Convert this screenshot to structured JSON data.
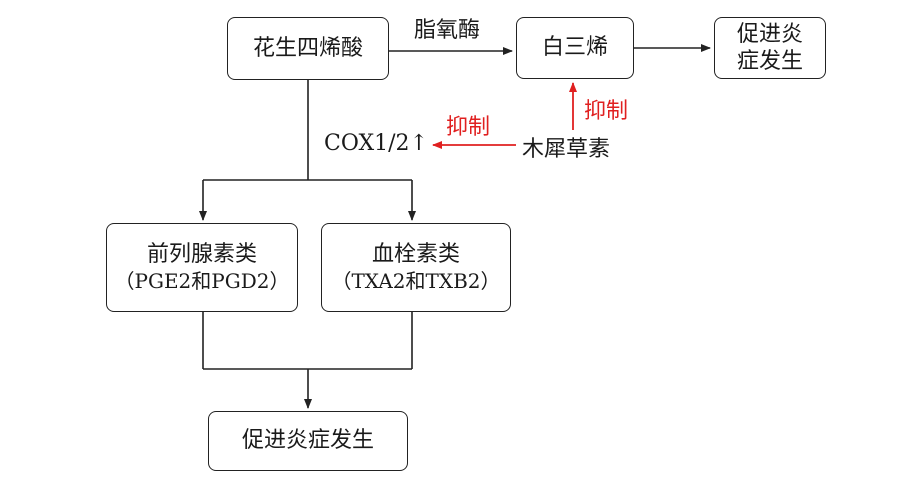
{
  "nodes": {
    "arachidonic_acid": "花生四烯酸",
    "leukotriene": "白三烯",
    "inflammation_top_line1": "促进炎",
    "inflammation_top_line2": "症发生",
    "prostaglandins_line1": "前列腺素类",
    "prostaglandins_line2": "（PGE2和PGD2）",
    "thromboxanes_line1": "血栓素类",
    "thromboxanes_line2": "（TXA2和TXB2）",
    "inflammation_bottom": "促进炎症发生",
    "xylosmin": "木犀草素"
  },
  "labels": {
    "lipoxygenase": "脂氧酶",
    "cox": "COX1/2",
    "cox_arrow": "↑",
    "inhibit_cox": "抑制",
    "inhibit_leukotriene": "抑制"
  },
  "colors": {
    "line": "#222222",
    "inhibit": "#e02020"
  }
}
